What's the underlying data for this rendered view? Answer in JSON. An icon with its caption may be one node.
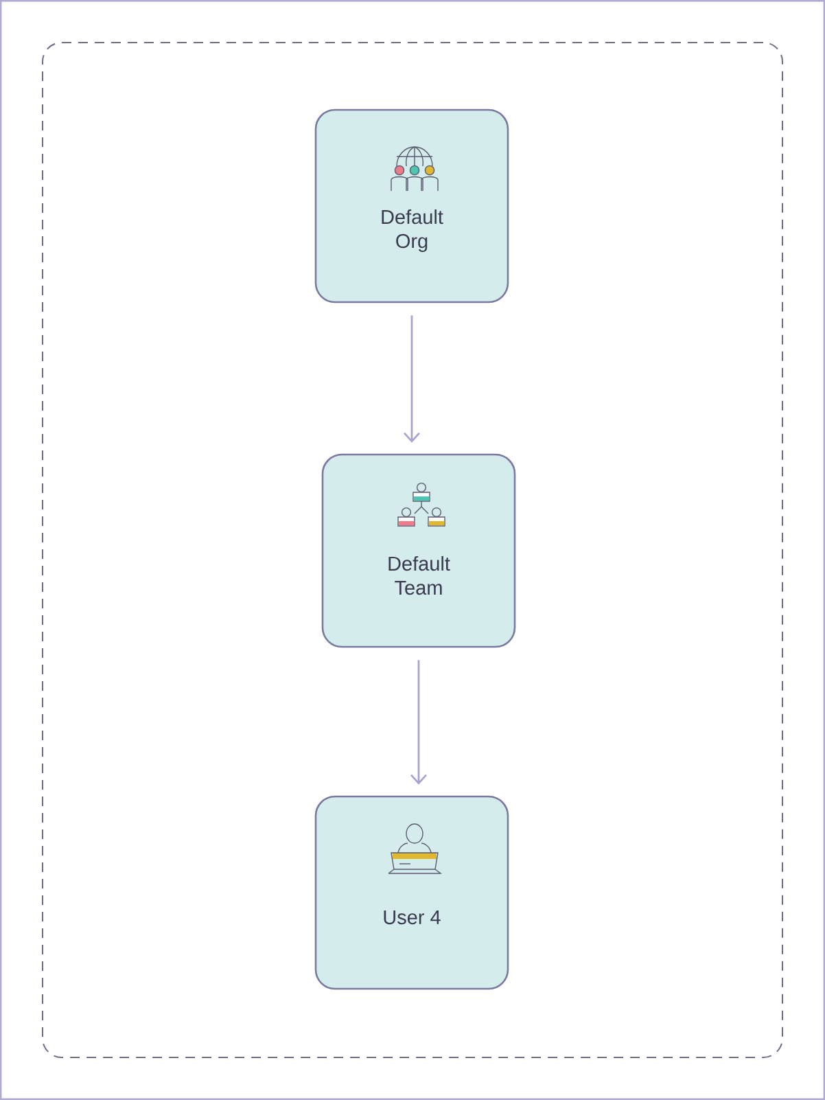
{
  "diagram": {
    "nodes": [
      {
        "text": [],
        "shape": "box"
      },
      {
        "text": [
          "Default Org"
        ],
        "in": 0
      },
      {
        "text": [
          "Default Team"
        ],
        "in": 0
      },
      {
        "text": [
          "User 4"
        ],
        "in": 0
      }
    ],
    "edges": [
      {
        "from": 1,
        "to": 2,
        "arrow": "to"
      },
      {
        "from": 2,
        "to": 3,
        "arrow": "to"
      }
    ]
  }
}
